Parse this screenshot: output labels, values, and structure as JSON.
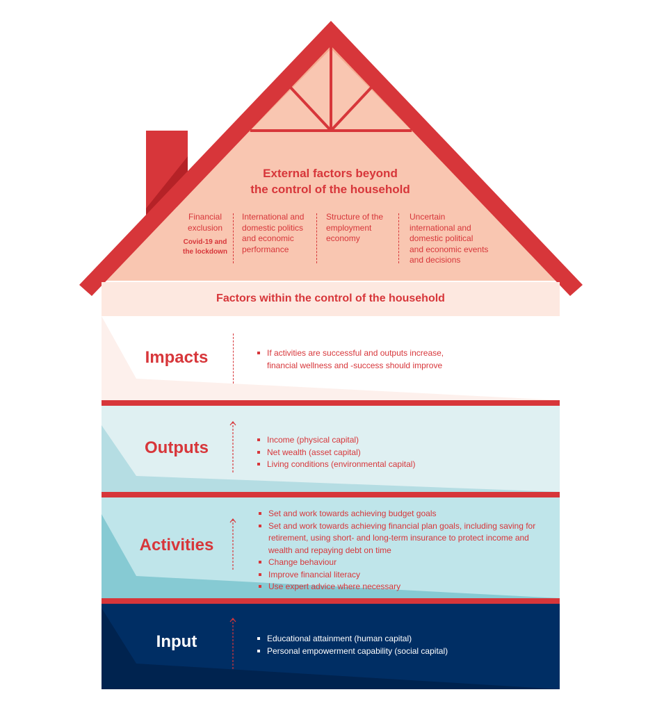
{
  "roof": {
    "title_line1": "External factors beyond",
    "title_line2": "the control of the household",
    "columns": [
      {
        "text": "Financial exclusion",
        "sub": "Covid-19 and the lockdown"
      },
      {
        "text": "International and domestic politics and economic performance"
      },
      {
        "text": "Structure of the employment economy"
      },
      {
        "text": "Uncertain international and domestic political and economic events and decisions"
      }
    ]
  },
  "factors_band": {
    "label": "Factors within the control of the household"
  },
  "sections": {
    "impacts": {
      "title": "Impacts",
      "items": [
        "If activities are successful and outputs increase, financial wellness and -success should improve"
      ]
    },
    "outputs": {
      "title": "Outputs",
      "items": [
        "Income (physical capital)",
        "Net wealth (asset capital)",
        "Living conditions (environmental capital)"
      ]
    },
    "activities": {
      "title": "Activities",
      "items": [
        "Set and work towards achieving budget goals",
        "Set and work towards achieving financial plan goals, including saving for retirement, using short- and long-term insurance to protect income and wealth and repaying debt on time",
        "Change behaviour",
        "Improve financial literacy",
        "Use expert advice where necessary"
      ]
    },
    "input": {
      "title": "Input",
      "items": [
        "Educational attainment (human capital)",
        "Personal empowerment capability (social capital)"
      ]
    }
  },
  "colors": {
    "red": "#d7363a",
    "roof_fill": "#f9c6b1",
    "band_fill": "#fde8e0",
    "impacts_bg": "#fdf0ec",
    "outputs_bg": "#dff0f2",
    "outputs_shade": "#b5dde3",
    "activities_bg": "#bfe5ea",
    "activities_shade": "#86cad3",
    "input_bg": "#002e64",
    "input_shade": "#00234f"
  },
  "icons": [
    "chimney-icon",
    "up-arrow-icon"
  ]
}
